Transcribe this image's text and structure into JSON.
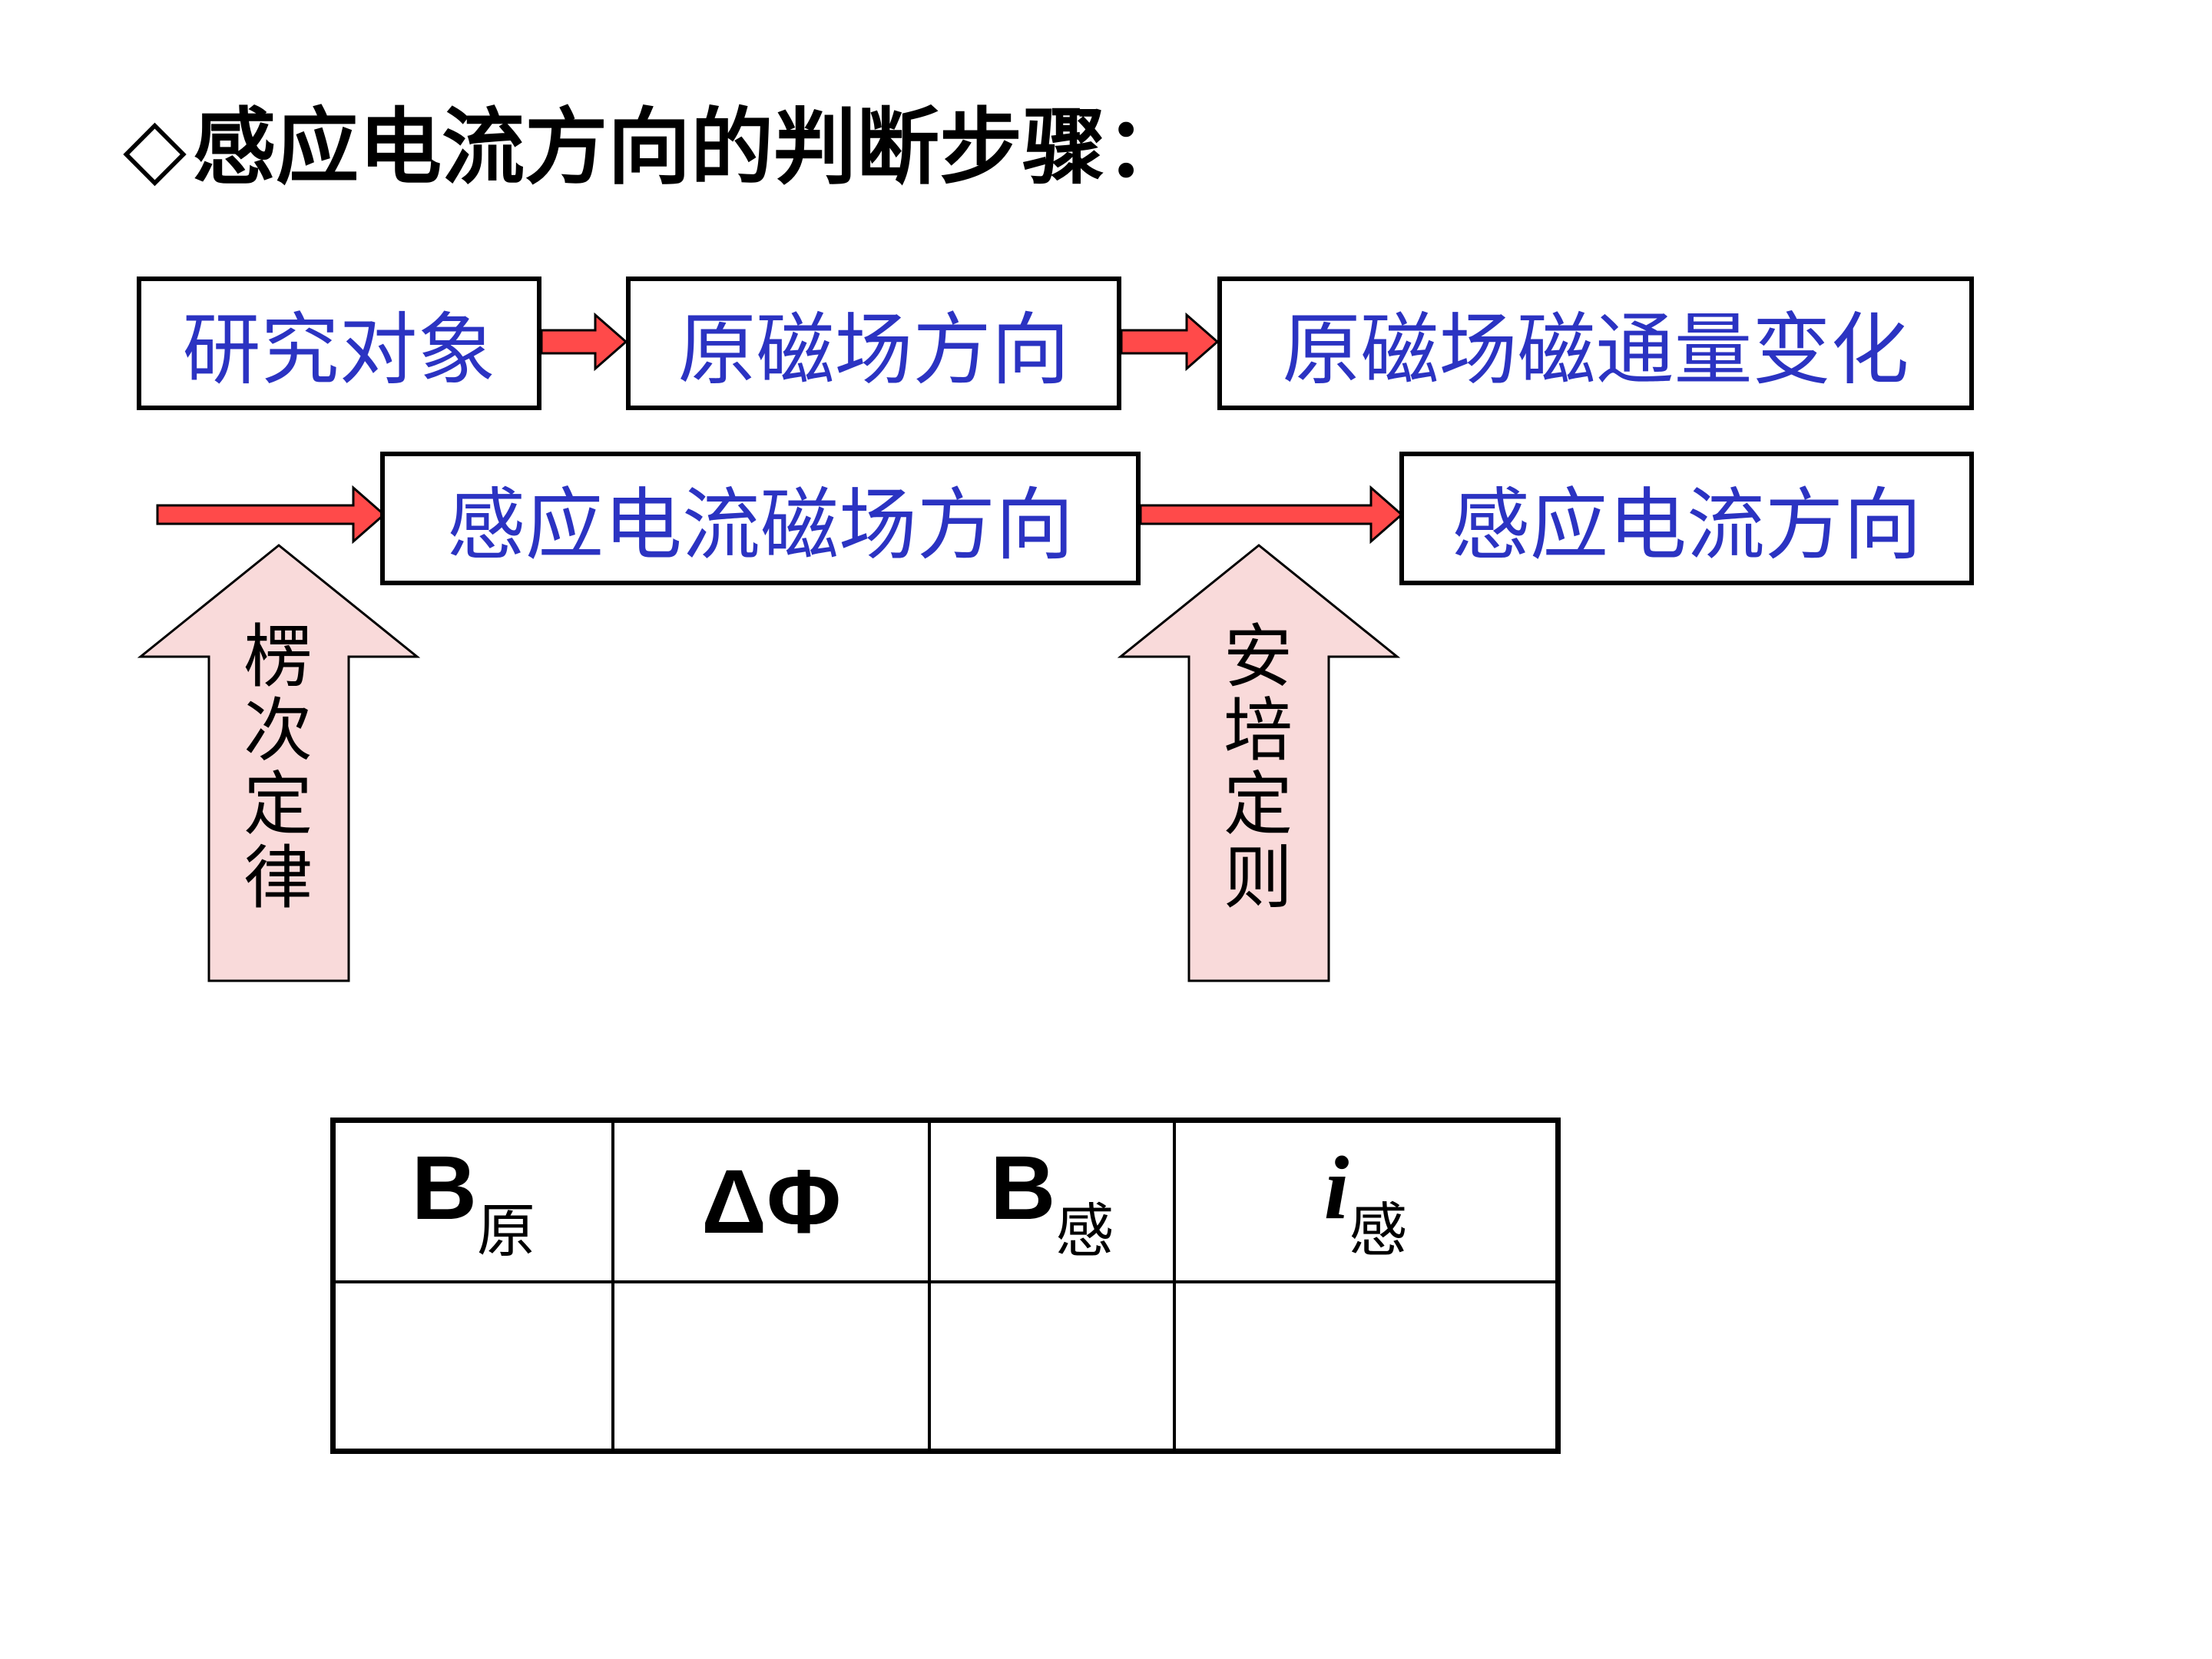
{
  "title": {
    "diamond": "◇",
    "text": "感应电流方向的判断步骤："
  },
  "flow": {
    "research_object": "研究对象",
    "original_field_direction": "原磁场方向",
    "flux_change": "原磁场磁通量变化",
    "induced_field_direction": "感应电流磁场方向",
    "induced_current_direction": "感应电流方向"
  },
  "laws": {
    "lenz_law": "楞次定律",
    "ampere_rule": "安培定则"
  },
  "table": {
    "headers": [
      {
        "main": "B",
        "sub": "原"
      },
      {
        "main": "ΔΦ",
        "sub": ""
      },
      {
        "main": "B",
        "sub": "感"
      },
      {
        "main": "i",
        "sub": "感"
      }
    ],
    "rows": [
      [
        "",
        "",
        "",
        ""
      ]
    ]
  },
  "colors": {
    "box_text": "#2b33c2",
    "flow_arrow": "#ff4a4a",
    "law_arrow_fill": "#f9dada"
  }
}
